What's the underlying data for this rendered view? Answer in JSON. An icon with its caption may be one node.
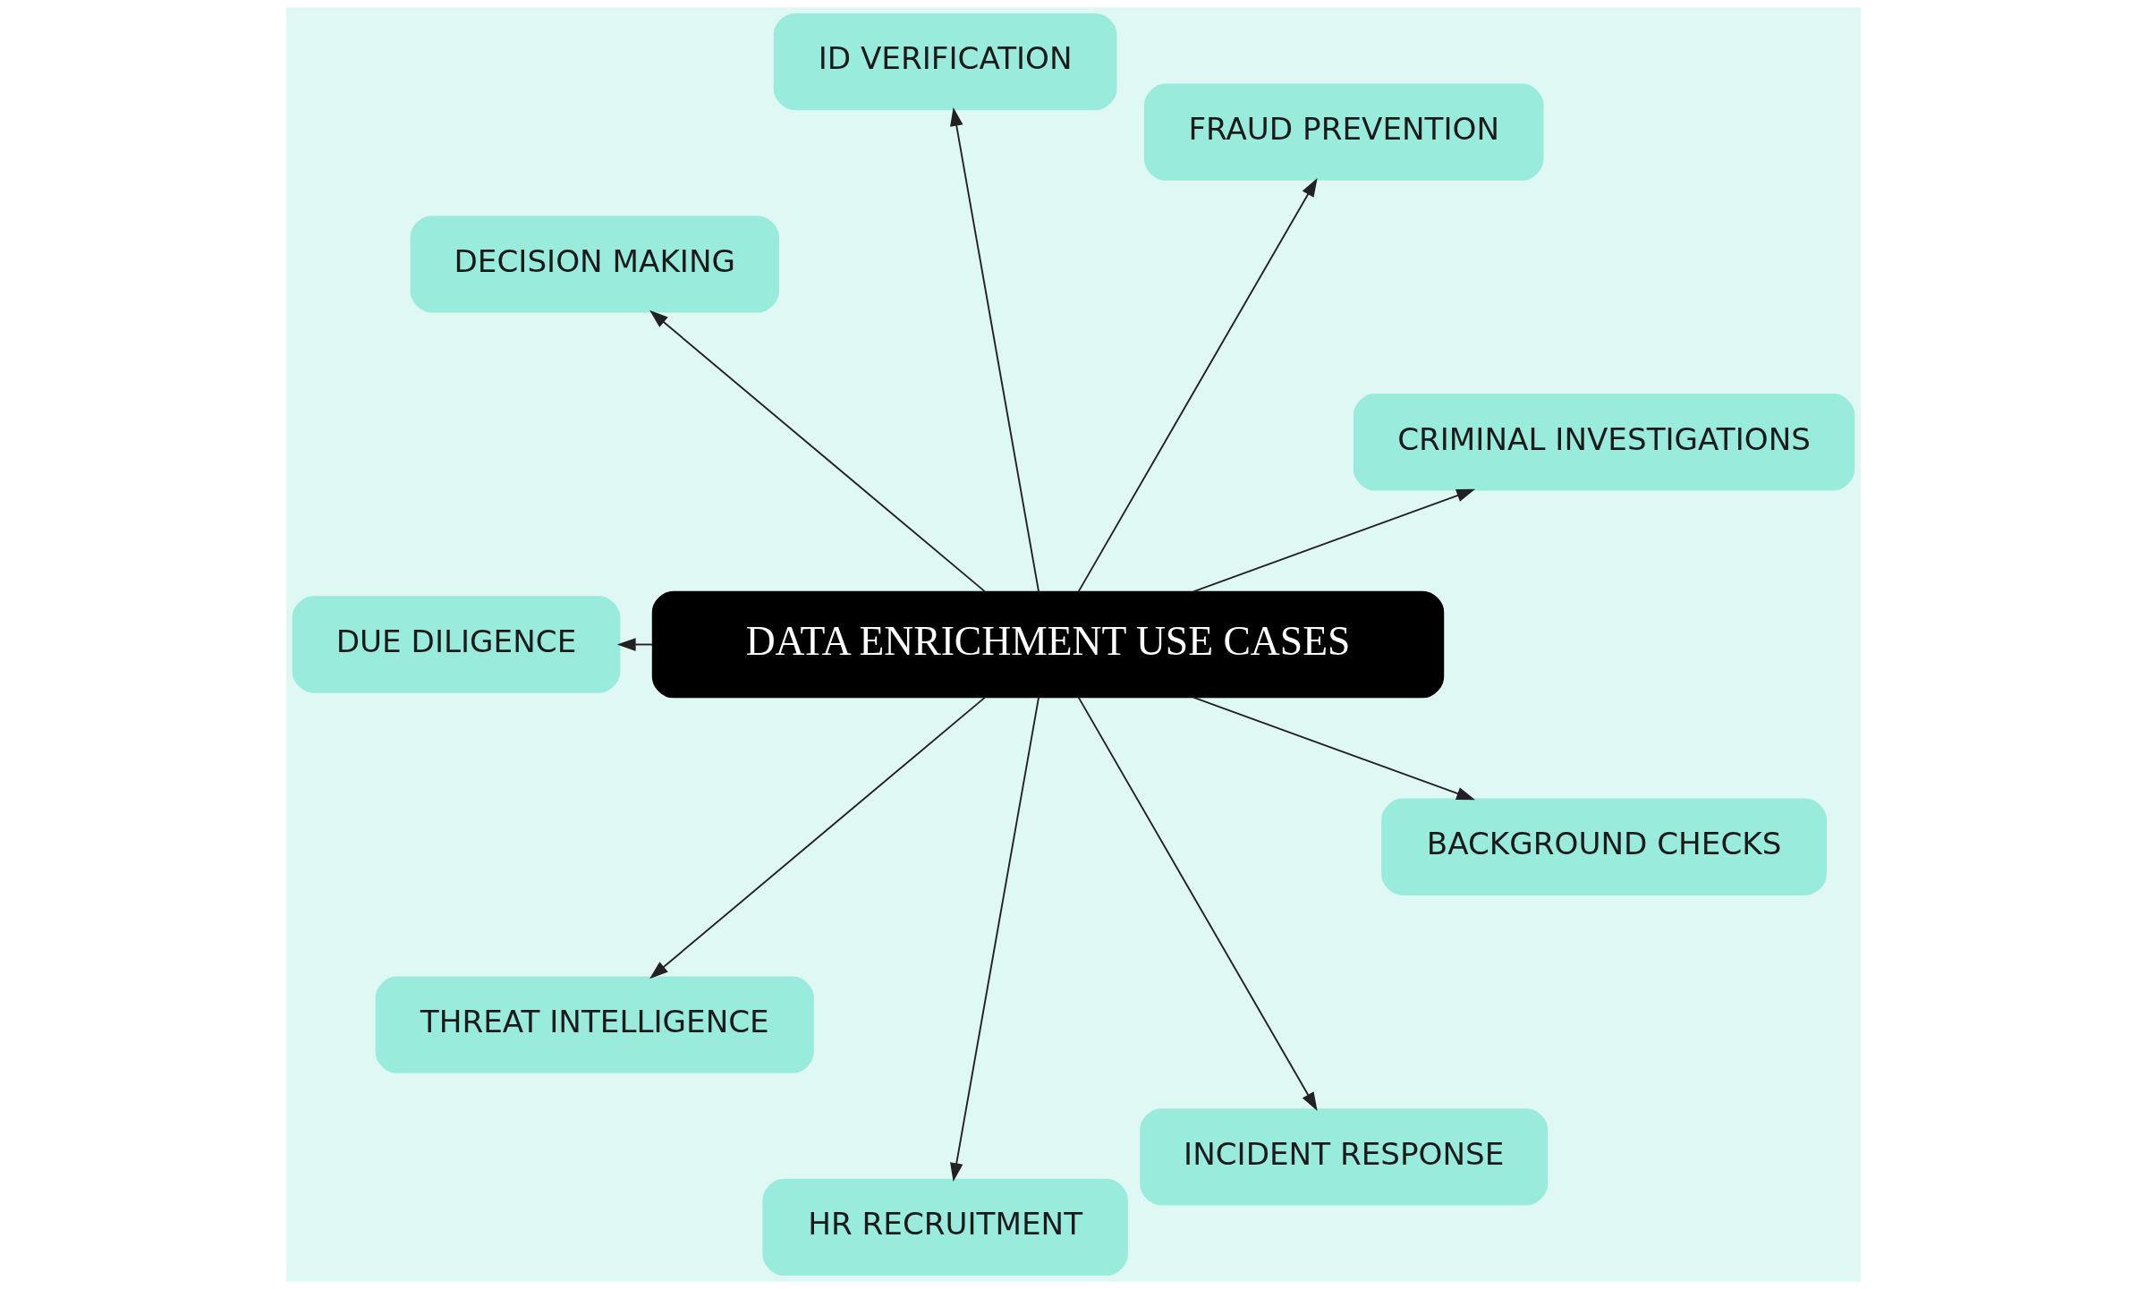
{
  "diagram": {
    "nodes": [
      {
        "text": [
          "CRIMINAL INVESTIGATIONS"
        ]
      },
      {
        "text": [
          "FRAUD PREVENTION"
        ]
      },
      {
        "text": [
          "ID VERIFICATION"
        ]
      },
      {
        "text": [
          "DECISION MAKING"
        ]
      },
      {
        "text": [
          "DATA ENRICHMENT USE CASES"
        ]
      },
      {
        "text": [
          "DUE DILIGENCE"
        ]
      },
      {
        "text": [
          "THREAT INTELLIGENCE"
        ]
      },
      {
        "text": [
          "HR RECRUITMENT"
        ]
      },
      {
        "text": [
          "INCIDENT RESPONSE"
        ]
      },
      {
        "text": [
          "BACKGROUND CHECKS"
        ]
      }
    ],
    "edges": [
      {
        "from": 4,
        "to": 0,
        "arrow": "to"
      },
      {
        "from": 4,
        "to": 1,
        "arrow": "to"
      },
      {
        "from": 4,
        "to": 2,
        "arrow": "to"
      },
      {
        "from": 4,
        "to": 3,
        "arrow": "to"
      },
      {
        "from": 4,
        "to": 5,
        "arrow": "to"
      },
      {
        "from": 4,
        "to": 6,
        "arrow": "to"
      },
      {
        "from": 4,
        "to": 7,
        "arrow": "to"
      },
      {
        "from": 4,
        "to": 8,
        "arrow": "to"
      },
      {
        "from": 4,
        "to": 9,
        "arrow": "to"
      }
    ]
  }
}
